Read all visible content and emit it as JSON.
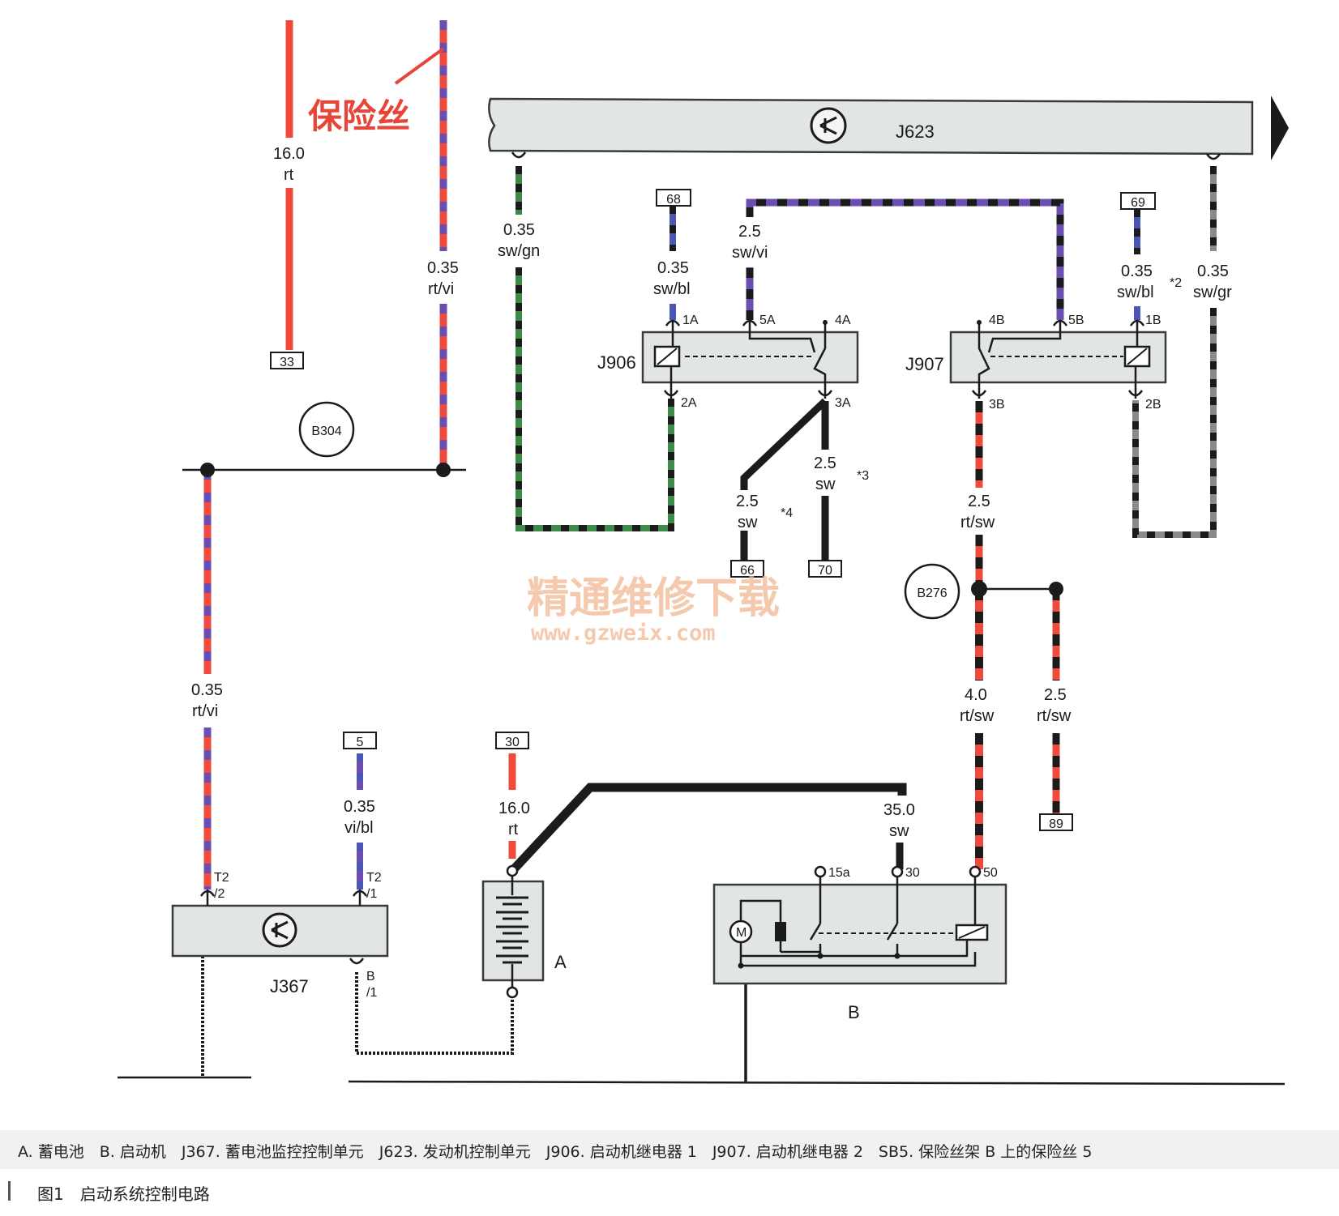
{
  "annotation_fuse": "保险丝",
  "watermark": {
    "line1": "精通维修下载",
    "line2": "www.gzweix.com"
  },
  "components": {
    "J623": "J623",
    "J906": "J906",
    "J907": "J907",
    "J367": "J367",
    "A": "A",
    "B": "B",
    "B304": "B304",
    "B276": "B276"
  },
  "terminal_boxes": {
    "t33": "33",
    "t68": "68",
    "t69": "69",
    "t66": "66",
    "t70": "70",
    "t89": "89",
    "t5": "5",
    "t30": "30"
  },
  "wires": {
    "w_16_rt_top": {
      "size": "16.0",
      "color": "rt"
    },
    "w_035_rtvi_top": {
      "size": "0.35",
      "color": "rt/vi"
    },
    "w_035_swgn": {
      "size": "0.35",
      "color": "sw/gn"
    },
    "w_035_swbl_68": {
      "size": "0.35",
      "color": "sw/bl"
    },
    "w_25_swvi": {
      "size": "2.5",
      "color": "sw/vi"
    },
    "w_035_swbl_69": {
      "size": "0.35",
      "color": "sw/bl"
    },
    "w_035_swgr": {
      "size": "0.35",
      "color": "sw/gr"
    },
    "w_25_sw_66": {
      "size": "2.5",
      "color": "sw"
    },
    "w_25_sw_70": {
      "size": "2.5",
      "color": "sw"
    },
    "w_25_rtsw_b276": {
      "size": "2.5",
      "color": "rt/sw"
    },
    "w_40_rtsw": {
      "size": "4.0",
      "color": "rt/sw"
    },
    "w_25_rtsw_89": {
      "size": "2.5",
      "color": "rt/sw"
    },
    "w_035_rtvi_low": {
      "size": "0.35",
      "color": "rt/vi"
    },
    "w_035_vibl": {
      "size": "0.35",
      "color": "vi/bl"
    },
    "w_16_rt_low": {
      "size": "16.0",
      "color": "rt"
    },
    "w_350_sw": {
      "size": "35.0",
      "color": "sw"
    }
  },
  "footnotes": {
    "n2": "*2",
    "n3": "*3",
    "n4": "*4"
  },
  "pins": {
    "J906": {
      "p1A": "1A",
      "p5A": "5A",
      "p4A": "4A",
      "p2A": "2A",
      "p3A": "3A"
    },
    "J907": {
      "p4B": "4B",
      "p5B": "5B",
      "p1B": "1B",
      "p3B": "3B",
      "p2B": "2B"
    },
    "J367": {
      "t2a": "T2",
      "t2b": "/2",
      "t1a": "T2",
      "t1b": "/1",
      "b1a": "B",
      "b1b": "/1"
    },
    "B": {
      "p15a": "15a",
      "p30": "30",
      "p50": "50"
    }
  },
  "legend": "A. 蓄电池　B. 启动机　J367. 蓄电池监控控制单元　J623. 发动机控制单元　J906. 启动机继电器 1　J907. 启动机继电器 2　SB5. 保险丝架 B 上的保险丝 5",
  "caption": "图1　启动系统控制电路",
  "colors": {
    "rt": "#f04a3c",
    "vi": "#6a4fb0",
    "sw": "#1b1b1b",
    "gn": "#3f8a4a",
    "bl": "#4a56b6",
    "gr": "#8a8a8a",
    "module_fill": "#e1e6e2",
    "module_stroke": "#3a3a3a",
    "annotation": "#e8453a"
  }
}
